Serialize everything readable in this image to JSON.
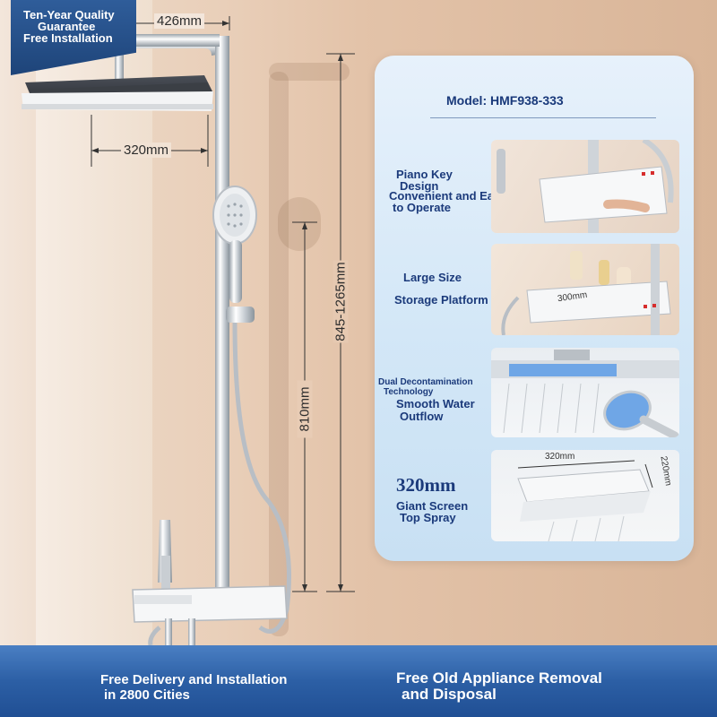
{
  "badge": {
    "line1": "Ten-Year Quality",
    "line2": "Guarantee",
    "line3": "Free Installation"
  },
  "dimensions": {
    "top_arm": "426mm",
    "head_width": "320mm",
    "total_height": "845-1265mm",
    "bar_height": "810mm"
  },
  "card": {
    "model": "Model: HMF938-333",
    "features": [
      {
        "lines": [
          "Piano Key",
          "Design",
          "Convenient and Easy",
          "to Operate"
        ]
      },
      {
        "lines": [
          "Large Size",
          "Storage Platform"
        ],
        "thumb_label": "300mm"
      },
      {
        "lines": [
          "Dual Decontamination",
          "Technology",
          "Smooth Water",
          "Outflow"
        ]
      },
      {
        "lines": [
          "320mm",
          "Giant Screen",
          "Top Spray"
        ],
        "thumb_label_1": "320mm",
        "thumb_label_2": "220mm"
      }
    ]
  },
  "footer": {
    "left": [
      "Free Delivery and Installation",
      "in 2800 Cities"
    ],
    "right": [
      "Free Old Appliance Removal",
      "and Disposal"
    ]
  },
  "colors": {
    "badge_blue": "#1e4479",
    "label_navy": "#1b3a7b",
    "footer_blue": "#2c5fa5",
    "card_bg": "#d3e7f7"
  }
}
